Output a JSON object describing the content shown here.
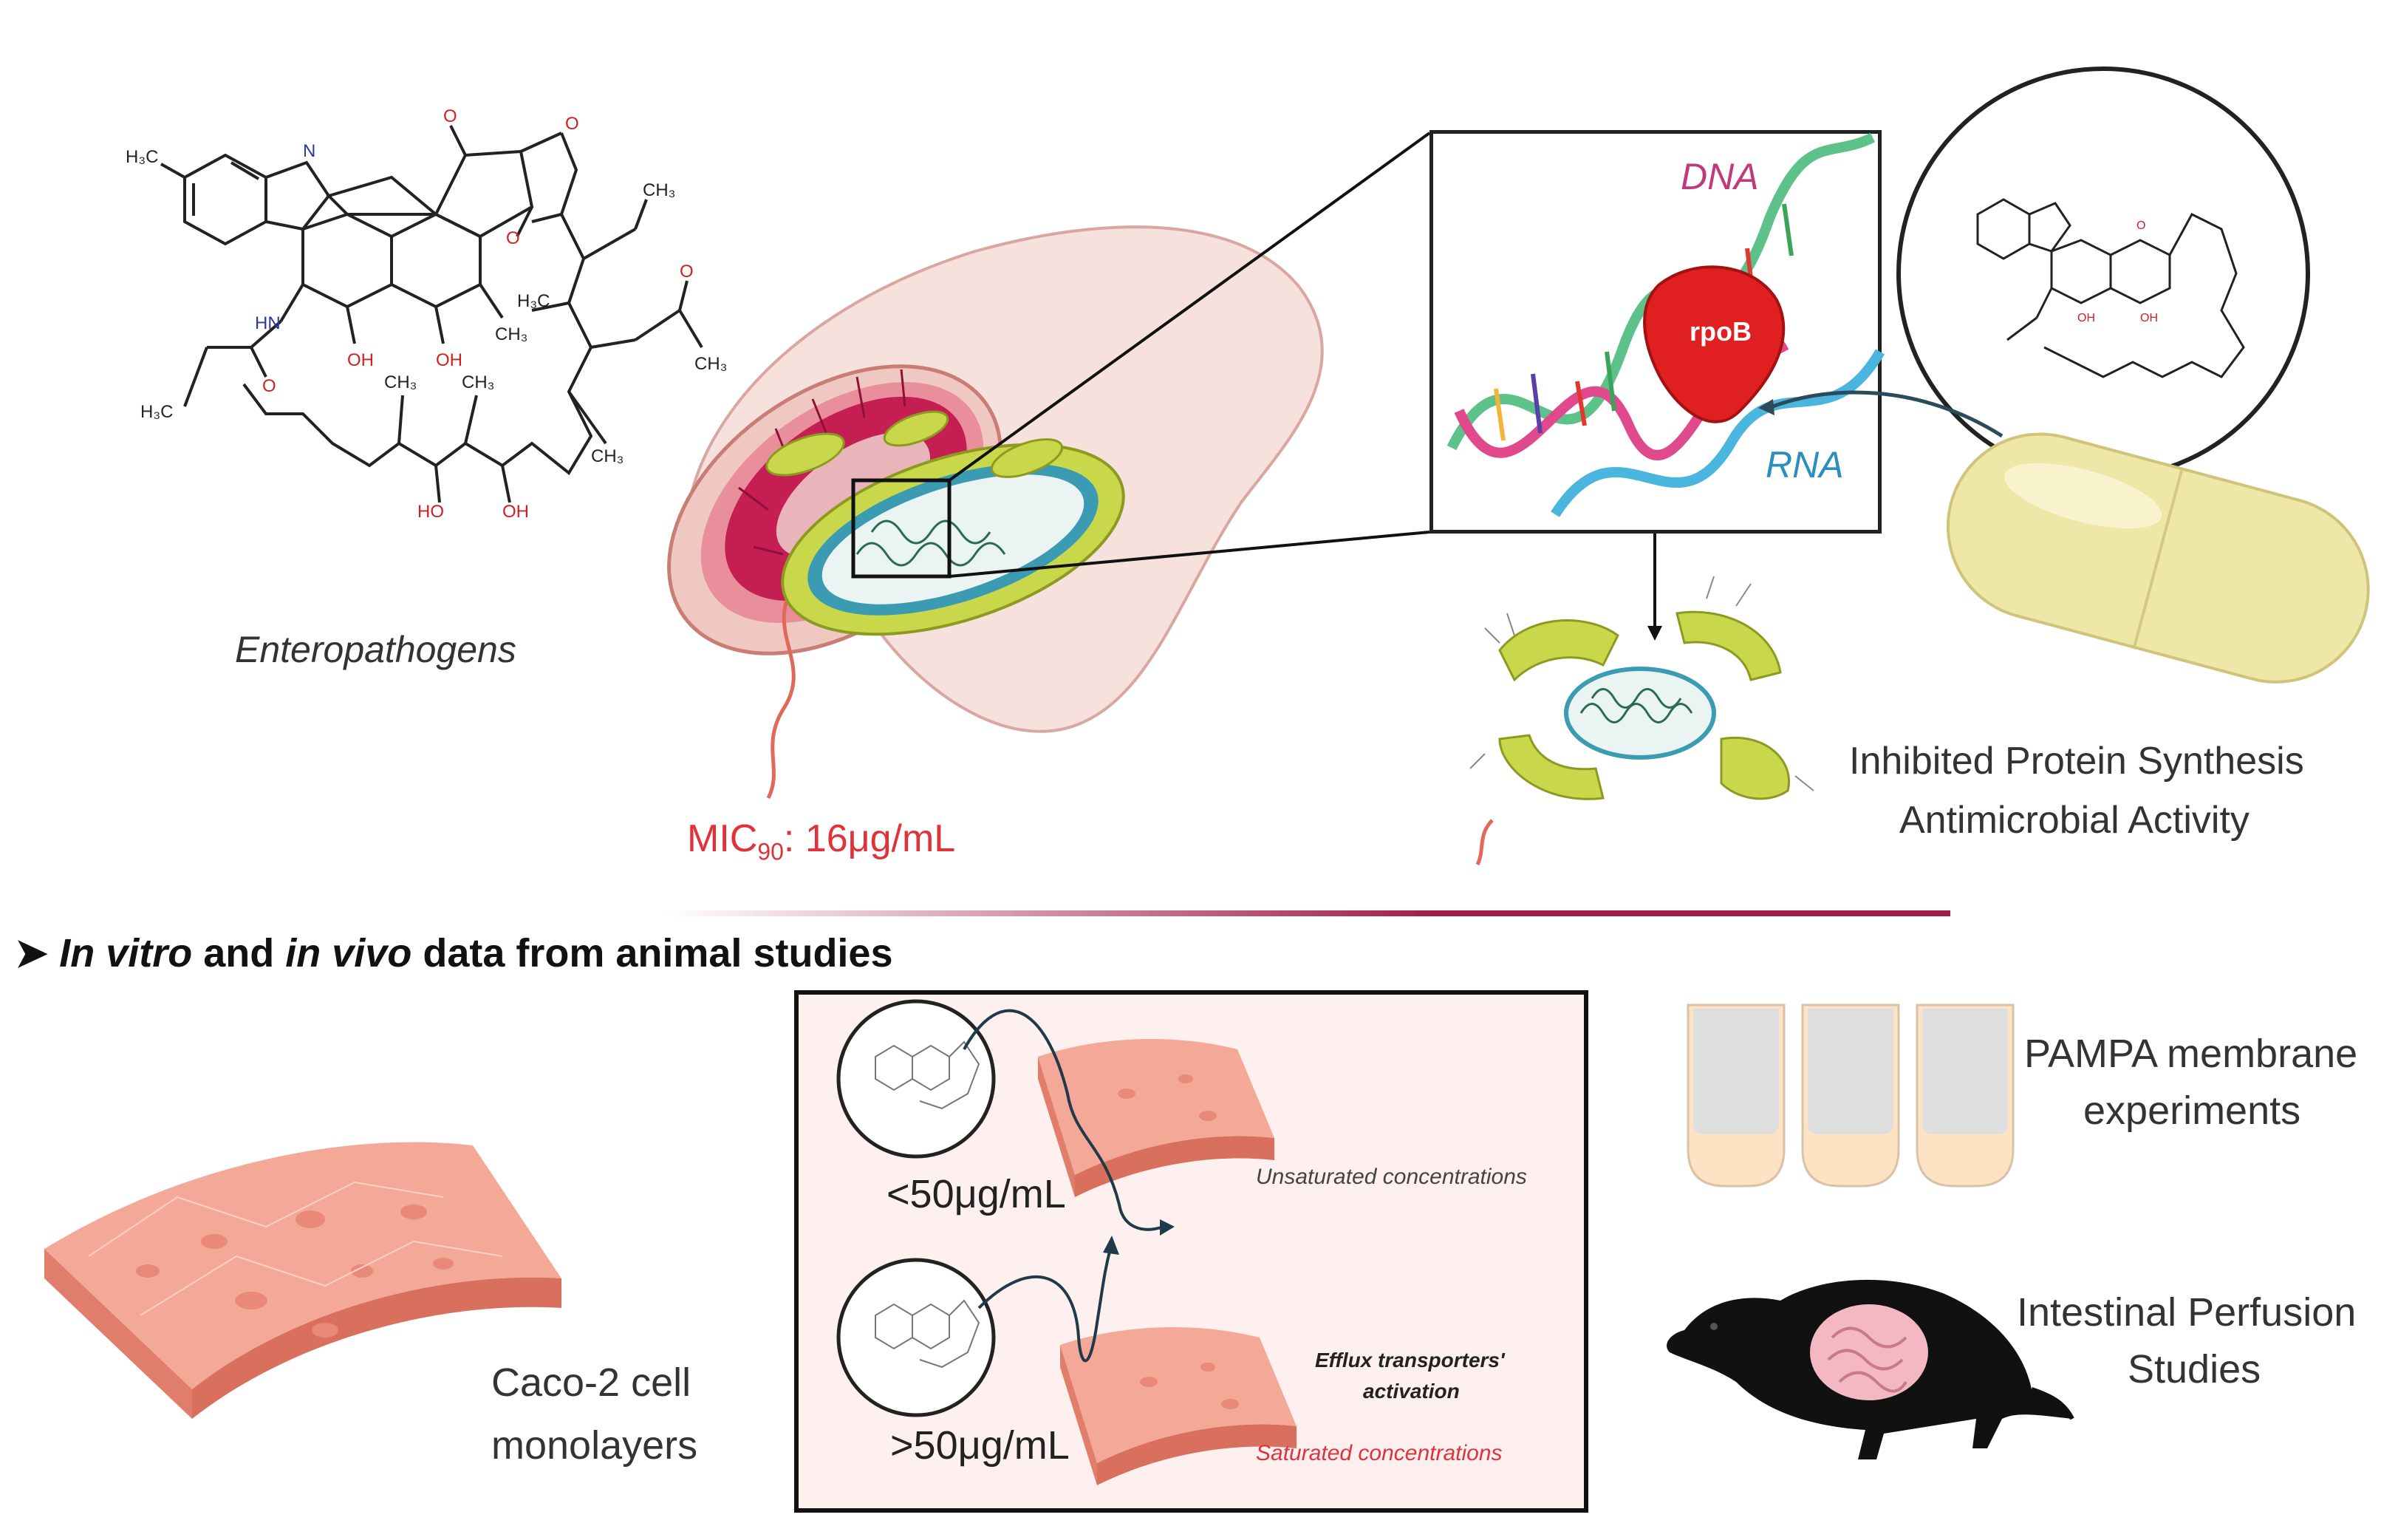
{
  "top": {
    "enteropathogens_label": "Enteropathogens",
    "mic_label": "MIC",
    "mic_sub": "90",
    "mic_value": ": 16μg/mL",
    "dna_label": "DNA",
    "rna_label": "RNA",
    "rpob_label": "rpoB",
    "outcome_line1": "Inhibited Protein Synthesis",
    "outcome_line2": "Antimicrobial Activity"
  },
  "structure": {
    "h3c_top": "H₃C",
    "n_label": "N",
    "o_ketone": "O",
    "o_ring": "O",
    "o_ester": "O",
    "ch3_methoxy": "CH₃",
    "hn": "HN",
    "o_amide": "O",
    "oh_1": "OH",
    "oh_2": "OH",
    "ch3_a": "CH₃",
    "h3c_side": "H₃C",
    "o_acetyl": "O",
    "ch3_acetyl": "CH₃",
    "h3c_chain": "H₃C",
    "ch3_b": "CH₃",
    "ch3_c": "CH₃",
    "ho_1": "HO",
    "oh_3": "OH",
    "ch3_d": "CH₃"
  },
  "section": {
    "heading_part1": "In vitro",
    "heading_part2": " and ",
    "heading_part3": "in vivo",
    "heading_part4": " data from animal studies"
  },
  "bottom": {
    "caco_line1": "Caco-2 cell",
    "caco_line2": "monolayers",
    "conc_low": "<50μg/mL",
    "conc_high": ">50μg/mL",
    "unsaturated": "Unsaturated concentrations",
    "efflux_line1": "Efflux transporters'",
    "efflux_line2": "activation",
    "saturated": "Saturated concentrations",
    "pampa_line1": "PAMPA membrane",
    "pampa_line2": "experiments",
    "perfusion_line1": "Intestinal Perfusion",
    "perfusion_line2": "Studies"
  },
  "colors": {
    "red_accent": "#e0323a",
    "intestine_wall": "#f3d9d6",
    "intestine_inner": "#c41e52",
    "bacteria_green": "#c9d84a",
    "tissue": "#f2a594",
    "divider": "#a01d4a"
  }
}
